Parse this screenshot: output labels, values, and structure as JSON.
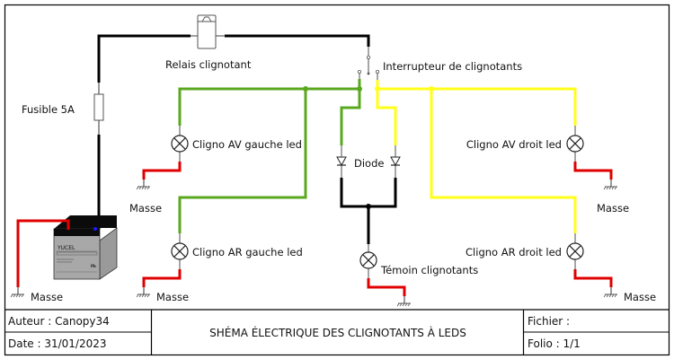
{
  "diagram": {
    "title": "SHÉMA ÉLECTRIQUE DES CLIGNOTANTS À LEDS",
    "wire_colors": {
      "supply": "#000000",
      "left_circuit": "#5aa81e",
      "right_circuit": "#ffff19",
      "ground": "#e00000",
      "terminal": "#808080"
    },
    "components": {
      "relay": "Relais clignotant",
      "fuse": "Fusible 5A",
      "switch": "Interrupteur de clignotants",
      "diode": "Diode",
      "front_left": "Cligno AV gauche led",
      "rear_left": "Cligno AR gauche led",
      "front_right": "Cligno AV droit led",
      "rear_right": "Cligno AR droit led",
      "indicator": "Témoin clignotants",
      "battery_brand": "YUCEL"
    },
    "grounds": {
      "label": "Masse"
    }
  },
  "title_block": {
    "author": "Auteur : Canopy34",
    "date": "Date : 31/01/2023",
    "title": "SHÉMA ÉLECTRIQUE DES CLIGNOTANTS À LEDS",
    "file": "Fichier :",
    "folio": "Folio : 1/1"
  }
}
